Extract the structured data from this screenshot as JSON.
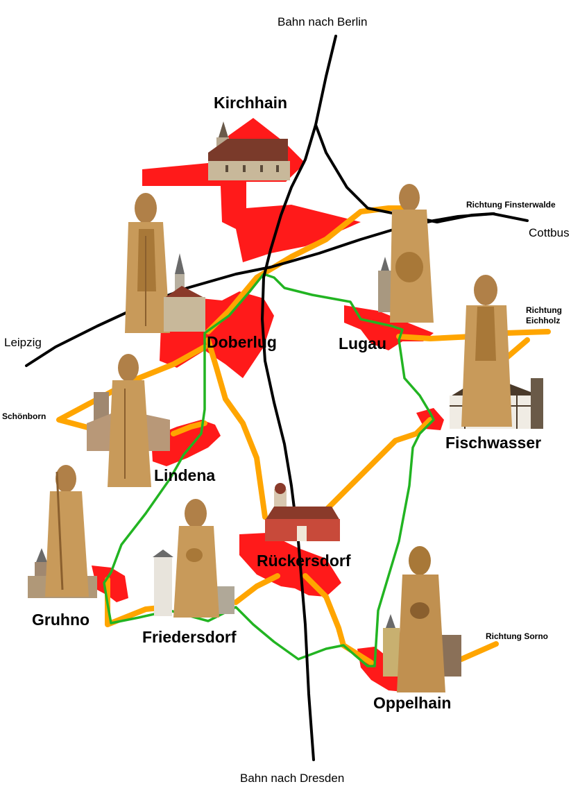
{
  "towns": {
    "kirchhain": "Kirchhain",
    "doberlug": "Doberlug",
    "lugau": "Lugau",
    "lindena": "Lindena",
    "fischwasser": "Fischwasser",
    "rueckersdorf": "Rückersdorf",
    "gruhno": "Gruhno",
    "friedersdorf": "Friedersdorf",
    "oppelhain": "Oppelhain",
    "schoenborn": "Schönborn"
  },
  "destinations": {
    "leipzig": "Leipzig",
    "cottbus": "Cottbus",
    "finsterwalde": "Richtung Finsterwalde",
    "eichholz_1": "Richtung",
    "eichholz_2": "Eichholz",
    "sorno": "Richtung Sorno"
  },
  "railways": {
    "berlin": "Bahn nach Berlin",
    "dresden": "Bahn nach Dresden"
  },
  "colors": {
    "settlement": "#ff1a1a",
    "railway": "#000000",
    "road": "#ffa500",
    "trail": "#22b422",
    "wood": "#c89a5a",
    "wood_dark": "#8a5f2e",
    "church_wall": "#c8b89a",
    "roof": "#8a3a2a"
  },
  "icons": [
    "monk-statue-icon",
    "church-icon",
    "timber-house-icon",
    "chapel-icon",
    "tower-icon"
  ]
}
